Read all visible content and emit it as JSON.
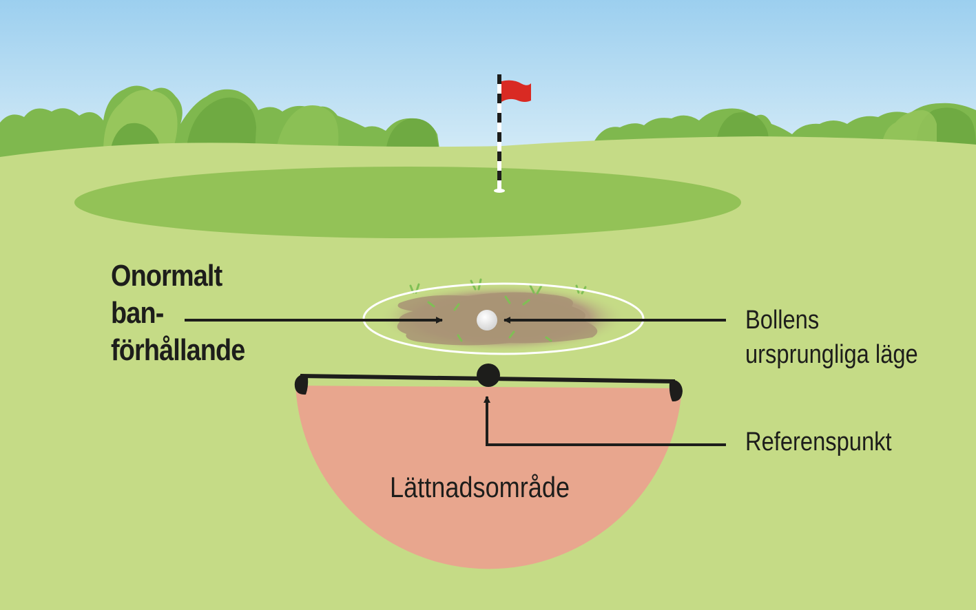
{
  "labels": {
    "abnormal_condition": [
      "Onormalt",
      "ban-",
      "förhållande"
    ],
    "original_ball_position": [
      "Bollens",
      "ursprungliga läge"
    ],
    "reference_point": "Referenspunkt",
    "relief_area": "Lättnadsområde"
  },
  "colors": {
    "sky_top": "#9ccfef",
    "sky_bottom": "#dceff8",
    "fairway": "#c5db86",
    "trees_dark": "#7fb84e",
    "trees_light": "#97c65c",
    "green": "#93c257",
    "flag": "#d92a23",
    "dirt": "#a89374",
    "relief_area": "#e8a68e",
    "outline": "#1d1d1b",
    "circle": "#ffffff"
  },
  "icons": {
    "flag": "flag-icon",
    "ball": "golf-ball-icon"
  }
}
